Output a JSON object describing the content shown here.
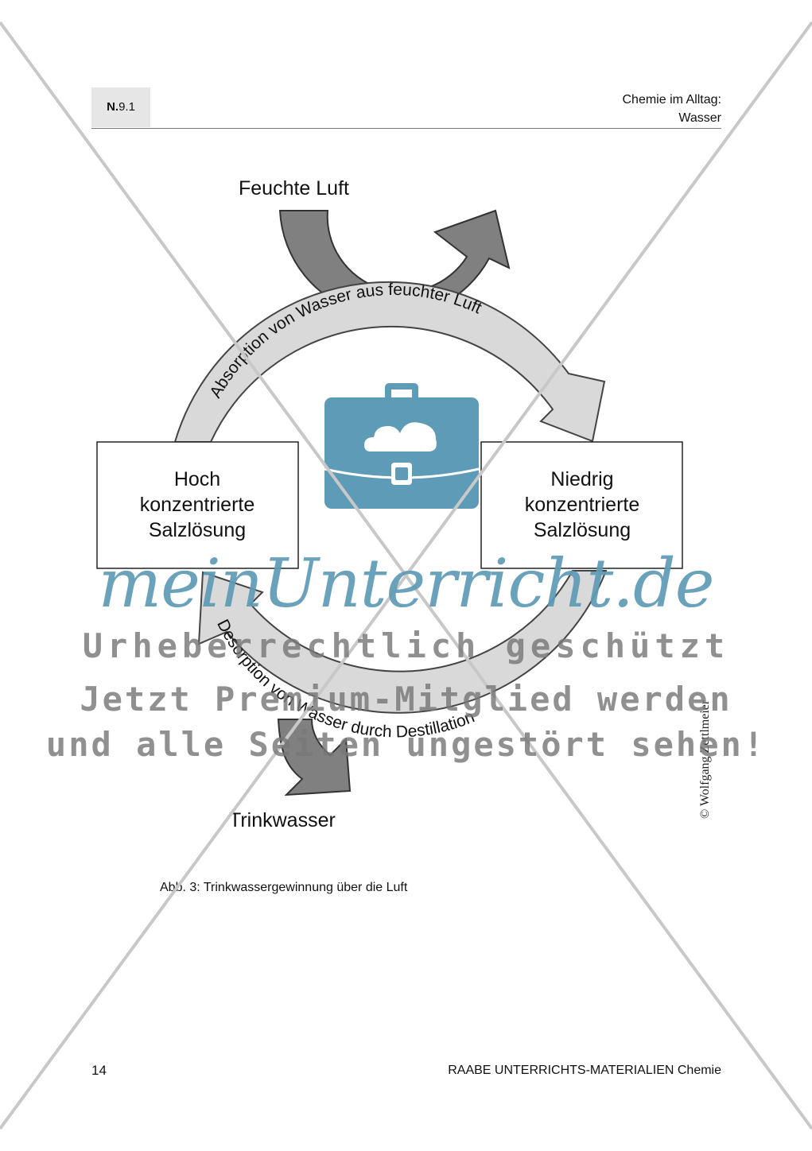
{
  "header": {
    "badge_bold": "N.",
    "badge_rest": "9.1",
    "title_line1": "Chemie im Alltag:",
    "title_line2": "Wasser"
  },
  "diagram": {
    "top_label": "Feuchte Luft",
    "bottom_label": "Trinkwasser",
    "top_arc_text": "Absorption von Wasser aus feuchter Luft",
    "bottom_arc_text": "Desorption von Wasser durch Destillation",
    "left_box": [
      "Hoch",
      "konzentrierte",
      "Salzlösung"
    ],
    "right_box": [
      "Niedrig",
      "konzentrierte",
      "Salzlösung"
    ]
  },
  "caption": "Abb. 3: Trinkwassergewinnung über die Luft",
  "copyright": "© Wolfgang Zettlmeier",
  "footer": {
    "page_number": "14",
    "publisher": "RAABE UNTERRICHTS-MATERIALIEN Chemie"
  },
  "watermark": {
    "logo": "meinUnterricht.de",
    "line1": "Urheberrechtlich geschützt",
    "line2": "Jetzt Premium-Mitglied werden",
    "line3": "und alle Seiten ungestört sehen!"
  },
  "colors": {
    "watermark_blue": "#5e9bb6",
    "arrow_dark": "#808080",
    "arrow_light": "#d6d6d6"
  }
}
